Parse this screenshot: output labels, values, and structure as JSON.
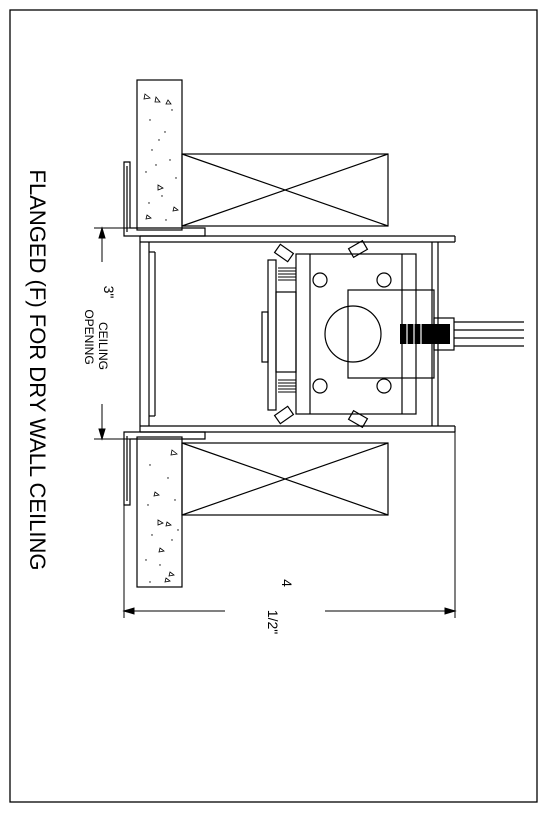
{
  "drawing": {
    "title": "FLANGED (F) FOR DRY WALL CEILING",
    "opening_label_dim": "3\"",
    "opening_label_word1": "CEILING",
    "opening_label_word2": "OPENING",
    "width_dim_whole": "4",
    "width_dim_fraction": "1/2\""
  },
  "colors": {
    "line": "#000000",
    "background": "#ffffff"
  }
}
